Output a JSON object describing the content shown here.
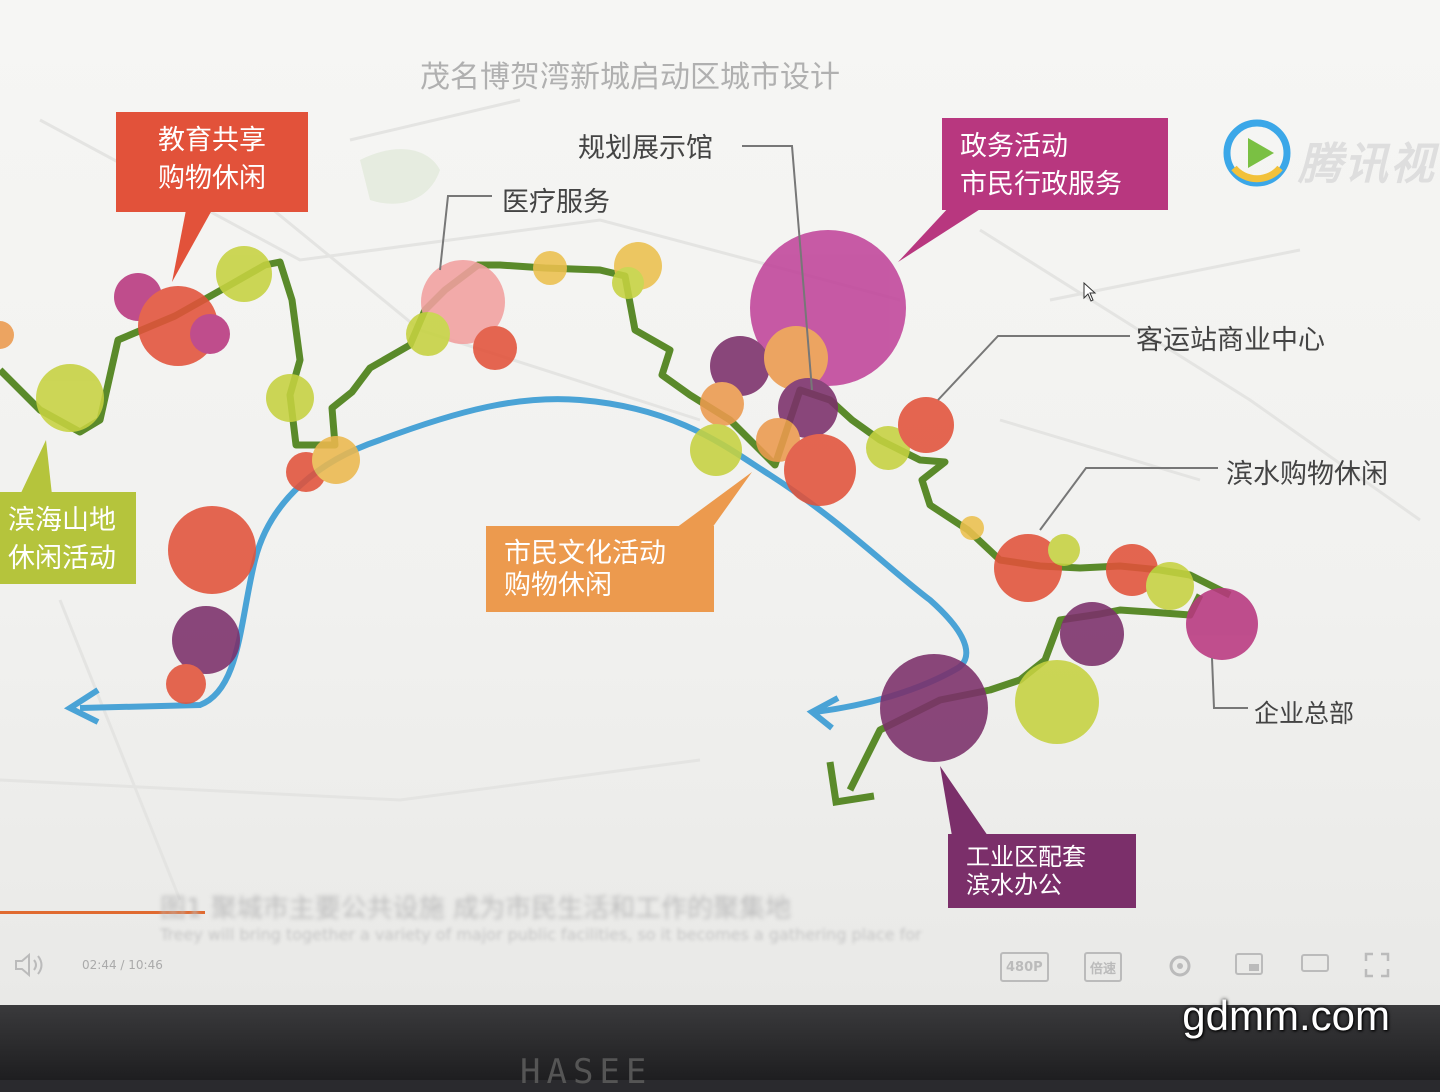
{
  "slide_title": "茂名博贺湾新城启动区城市设计",
  "callout_boxes": {
    "education": [
      "教育共享",
      "购物休闲"
    ],
    "government": [
      "政务活动",
      "市民行政服务"
    ],
    "coastal": [
      "滨海山地",
      "休闲活动"
    ],
    "civic": [
      "市民文化活动",
      "购物休闲"
    ],
    "industrial": [
      "工业区配套",
      "滨水办公"
    ]
  },
  "labels": {
    "planning_hall": "规划展示馆",
    "medical": "医疗服务",
    "bus_station": "客运站商业中心",
    "waterfront_shopping": "滨水购物休闲",
    "hq": "企业总部"
  },
  "colors": {
    "red_box": "#e2523a",
    "magenta_box": "#b8377f",
    "lime_box": "#b5c43c",
    "orange_box": "#ec9a4e",
    "purple_box": "#7b2f6a",
    "green_path": "#5a8a2a",
    "blue_path": "#4aa3d6"
  },
  "subtitle": {
    "line1": "图1 聚城市主要公共设施 成为市民生活和工作的聚集地",
    "line2": "Treey will bring together a variety of major public facilities, so it becomes a gathering place for"
  },
  "player": {
    "time": "02:44 / 10:46",
    "quality": "480P",
    "speed": "倍速"
  },
  "logo_text": "腾讯视",
  "watermark": "gdmm.com",
  "bezel_text": "HASEE"
}
